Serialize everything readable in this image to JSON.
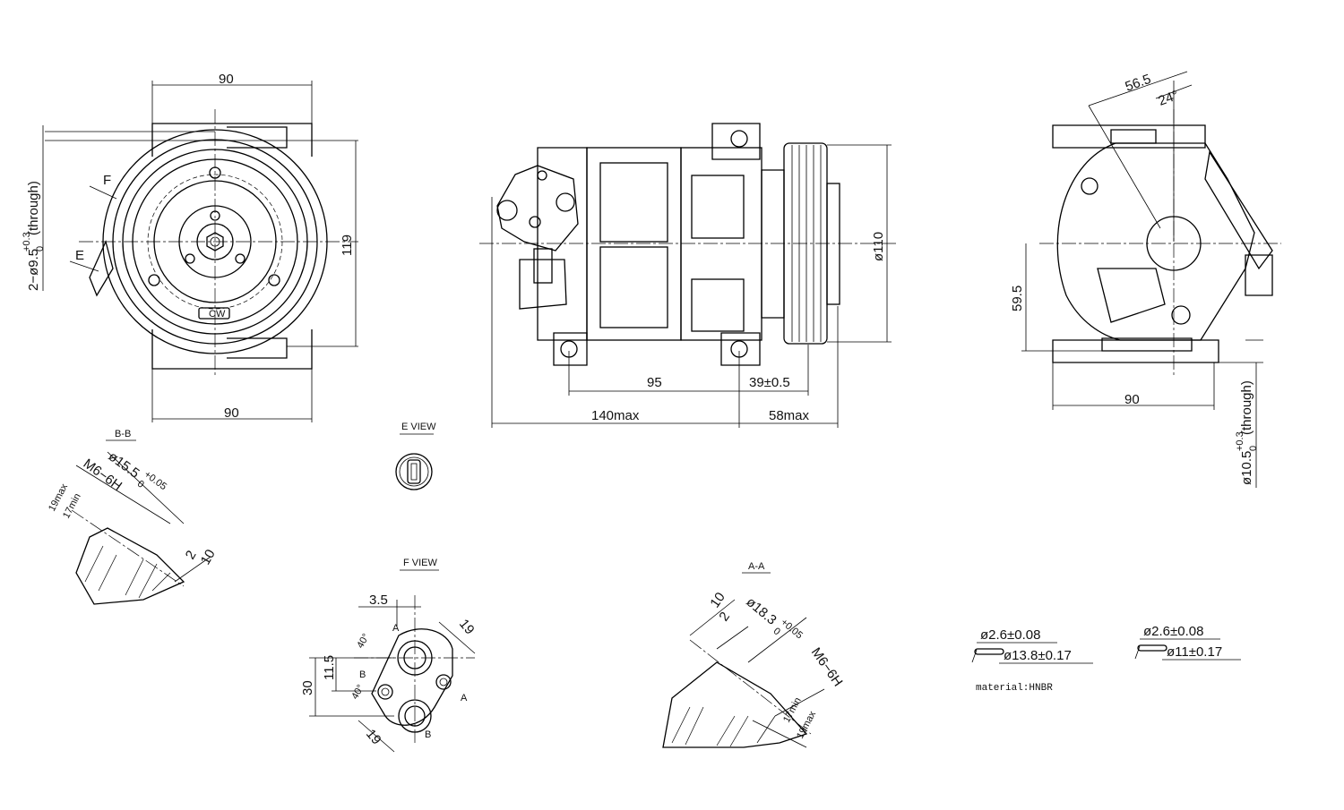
{
  "front_view": {
    "width_top": "90",
    "width_bottom": "90",
    "height": "119",
    "mount_hole": "2−ø9.5",
    "mount_hole_tol_upper": "+0.3",
    "mount_hole_tol_lower": "0",
    "mount_hole_note": "(through)",
    "label_f": "F",
    "label_e": "E",
    "rotation_mark": "CW"
  },
  "side_view": {
    "dim_95": "95",
    "dim_39": "39±0.5",
    "dim_140": "140max",
    "dim_58": "58max",
    "pulley_dia": "ø110"
  },
  "rear_view": {
    "dim_56": "56.5",
    "angle_24": "24°",
    "dim_59": "59.5",
    "dim_90": "90",
    "hole": "ø10.5",
    "hole_tol_upper": "+0.3",
    "hole_tol_lower": "0",
    "hole_note": "(through)"
  },
  "section_bb": {
    "title": "B-B",
    "dia": "ø15.5",
    "dia_tol_upper": "+0.05",
    "dia_tol_lower": "0",
    "thread": "M6−6H",
    "max_depth": "19max",
    "min_depth": "17min",
    "dim_2": "2",
    "dim_10": "10"
  },
  "e_view": {
    "title": "E VIEW"
  },
  "f_view": {
    "title": "F VIEW",
    "dim_3_5": "3.5",
    "dim_19_top": "19",
    "angle_40_top": "40°",
    "dim_11_5": "11.5",
    "dim_30": "30",
    "angle_40_bottom": "40°",
    "dim_19_bottom": "19",
    "label_a": "A",
    "label_b": "B"
  },
  "section_aa": {
    "title": "A-A",
    "dim_10": "10",
    "dim_2": "2",
    "dia": "ø18.3",
    "dia_tol_upper": "+0.05",
    "dia_tol_lower": "0",
    "thread": "M6−6H",
    "min_depth": "17min",
    "max_depth": "19max"
  },
  "orings": {
    "ring1_cross": "ø2.6±0.08",
    "ring1_inner": "ø13.8±0.17",
    "ring2_cross": "ø2.6±0.08",
    "ring2_inner": "ø11±0.17",
    "material": "material:HNBR"
  }
}
